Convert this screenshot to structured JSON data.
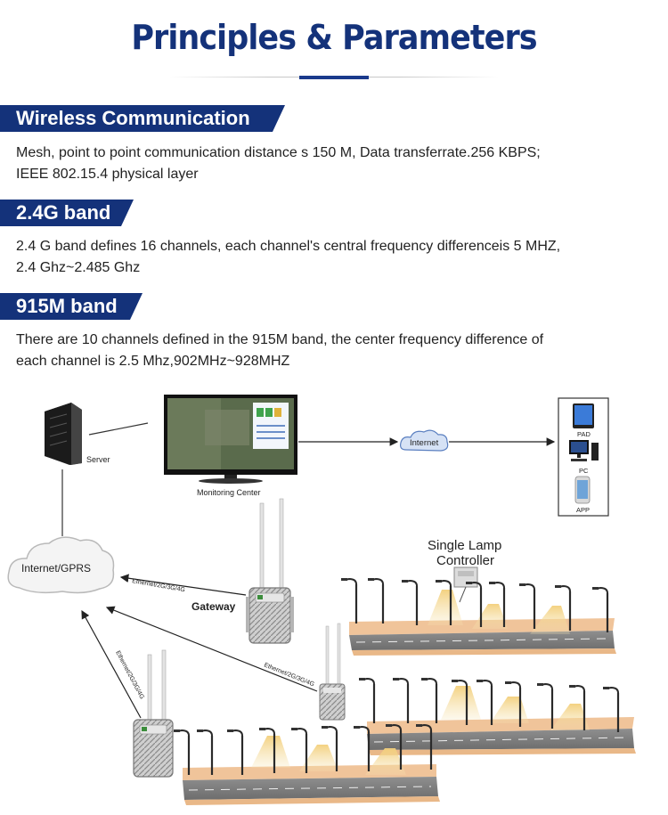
{
  "title": "Principles & Parameters",
  "sections": [
    {
      "heading": "Wireless Communication",
      "lines": [
        "Mesh, point to point communication distance s 150 M, Data transferrate.256 KBPS;",
        "IEEE 802.15.4 physical layer"
      ]
    },
    {
      "heading": "2.4G band",
      "lines": [
        "2.4 G band defines 16 channels, each channel's central frequency differenceis 5 MHZ,",
        "2.4 Ghz~2.485 Ghz"
      ]
    },
    {
      "heading": "915M band",
      "lines": [
        "There are 10 channels defined in the 915M band, the center frequency difference of",
        "each channel is 2.5 Mhz,902MHz~928MHZ"
      ]
    }
  ],
  "diagram": {
    "server": "Server",
    "monitoring_center": "Monitoring Center",
    "internet": "Internet",
    "devices": [
      "PAD",
      "PC",
      "APP"
    ],
    "internet_gprs": "Internet/GPRS",
    "gateway": "Gateway",
    "link_label": "Ethernet/2G/3G/4G",
    "link_label_left": "Ethernet/2G/3G/4G",
    "single_lamp_controller_line1": "Single Lamp",
    "single_lamp_controller_line2": "Controller"
  }
}
